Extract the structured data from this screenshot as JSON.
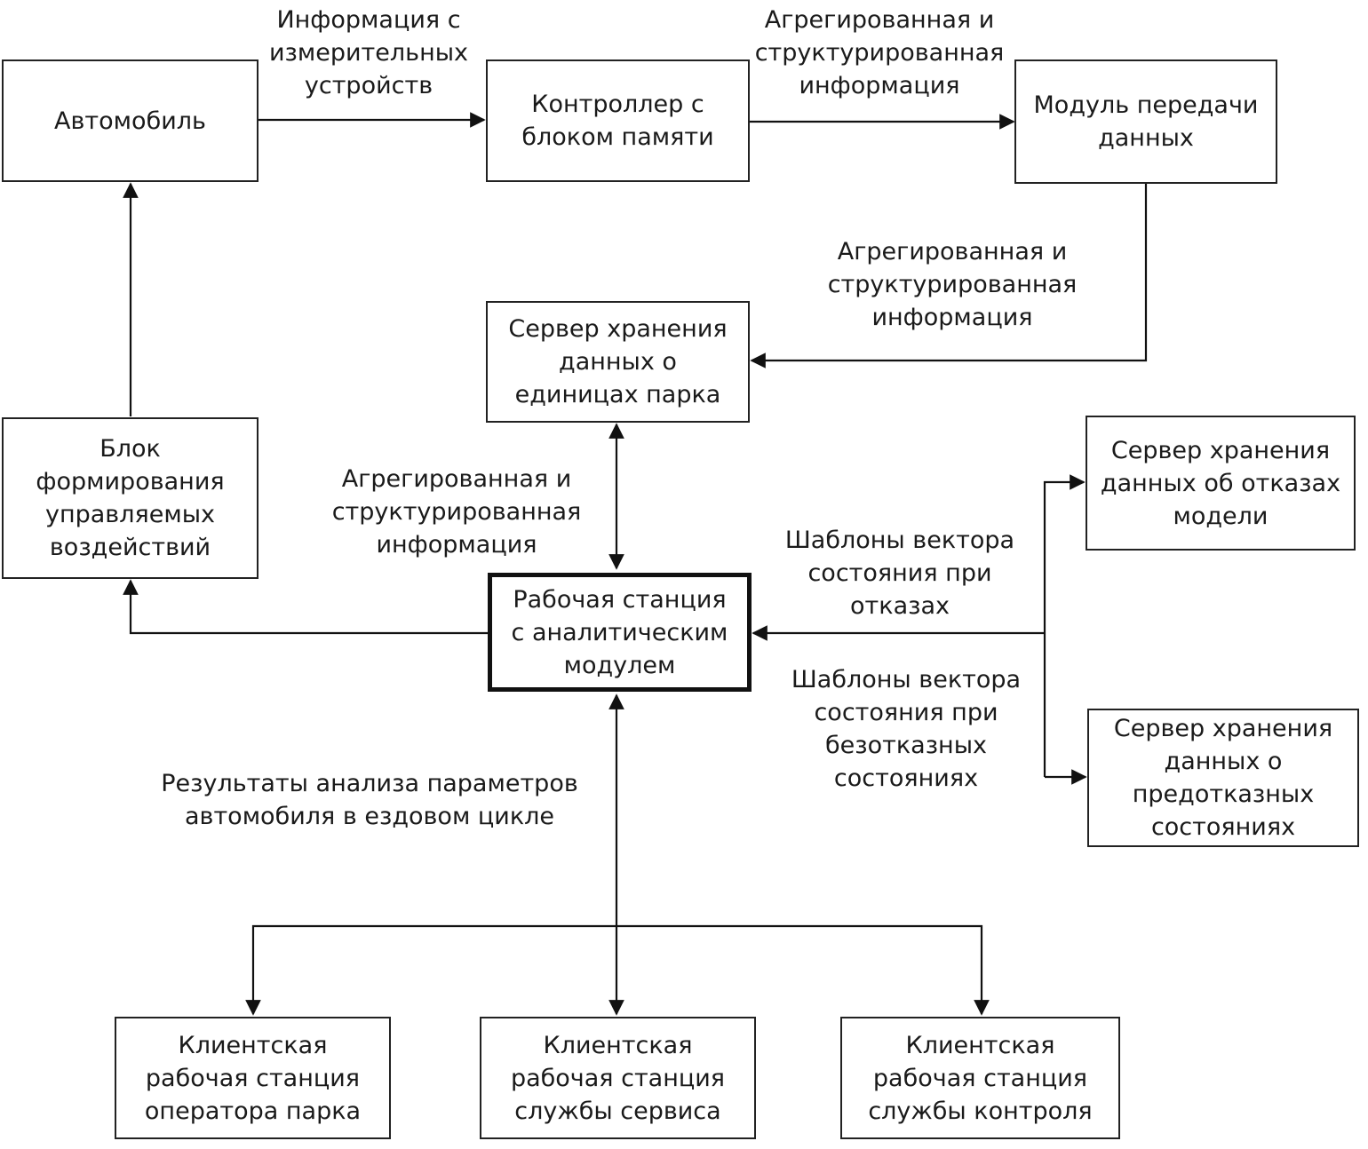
{
  "nodes": {
    "car": [
      "Автомобиль"
    ],
    "controller": [
      "Контроллер с",
      "блоком памяти"
    ],
    "transfer": [
      "Модуль передачи",
      "данных"
    ],
    "fleet_server": [
      "Сервер хранения",
      "данных о",
      "единицах парка"
    ],
    "control_block": [
      "Блок",
      "формирования",
      "управляемых",
      "воздействий"
    ],
    "workstation": [
      "Рабочая станция",
      "с аналитическим",
      "модулем"
    ],
    "failures_server": [
      "Сервер хранения",
      "данных об отказах",
      "модели"
    ],
    "prefailure_server": [
      "Сервер хранения",
      "данных о",
      "предотказных",
      "состояниях"
    ],
    "client_operator": [
      "Клиентская",
      "рабочая станция",
      "оператора парка"
    ],
    "client_service": [
      "Клиентская",
      "рабочая станция",
      "службы сервиса"
    ],
    "client_control": [
      "Клиентская",
      "рабочая станция",
      "службы контроля"
    ]
  },
  "edge_labels": {
    "measurement_info": [
      "Информация с",
      "измерительных",
      "устройств"
    ],
    "aggregated_top": [
      "Агрегированная и",
      "структурированная",
      "информация"
    ],
    "aggregated_right": [
      "Агрегированная и",
      "структурированная",
      "информация"
    ],
    "aggregated_center": [
      "Агрегированная и",
      "структурированная",
      "информация"
    ],
    "templates_failures": [
      "Шаблоны вектора",
      "состояния при",
      "отказах"
    ],
    "templates_faultless": [
      "Шаблоны вектора",
      "состояния при",
      "безотказных",
      "состояниях"
    ],
    "analysis_results": [
      "Результаты анализа параметров",
      "автомобиля в ездовом цикле"
    ]
  }
}
